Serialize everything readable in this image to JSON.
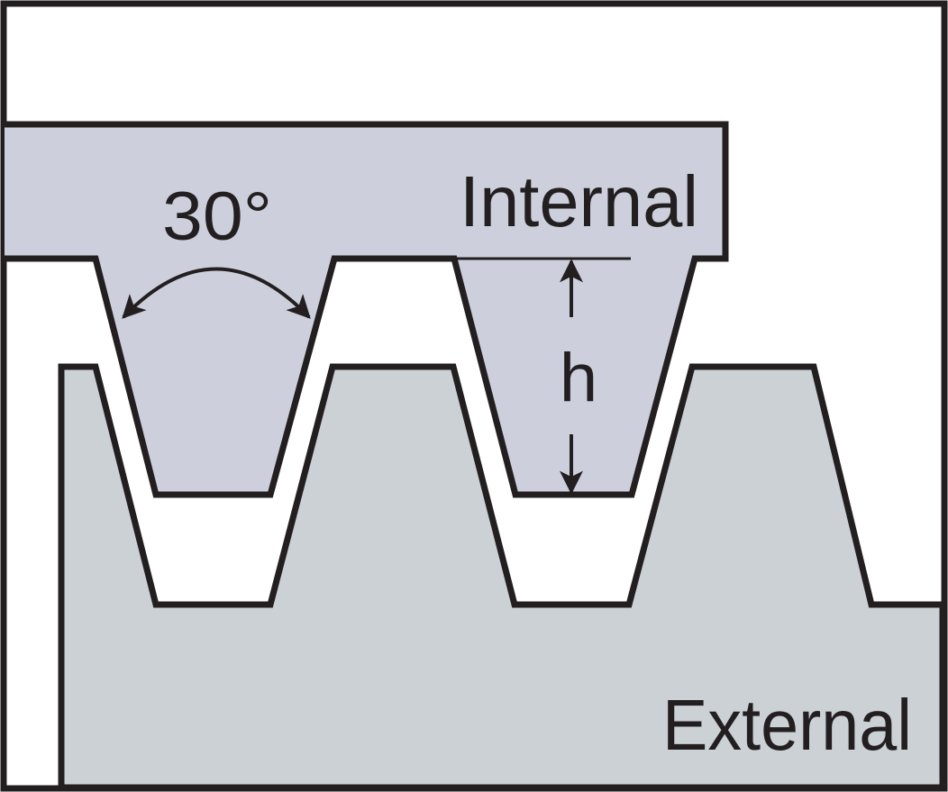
{
  "labels": {
    "angle": "30°",
    "internal": "Internal",
    "height": "h",
    "external": "External"
  },
  "colors": {
    "internal_fill": "#cdd0dc",
    "external_fill": "#cbd1d5",
    "stroke": "#231f20",
    "background": "#ffffff"
  }
}
